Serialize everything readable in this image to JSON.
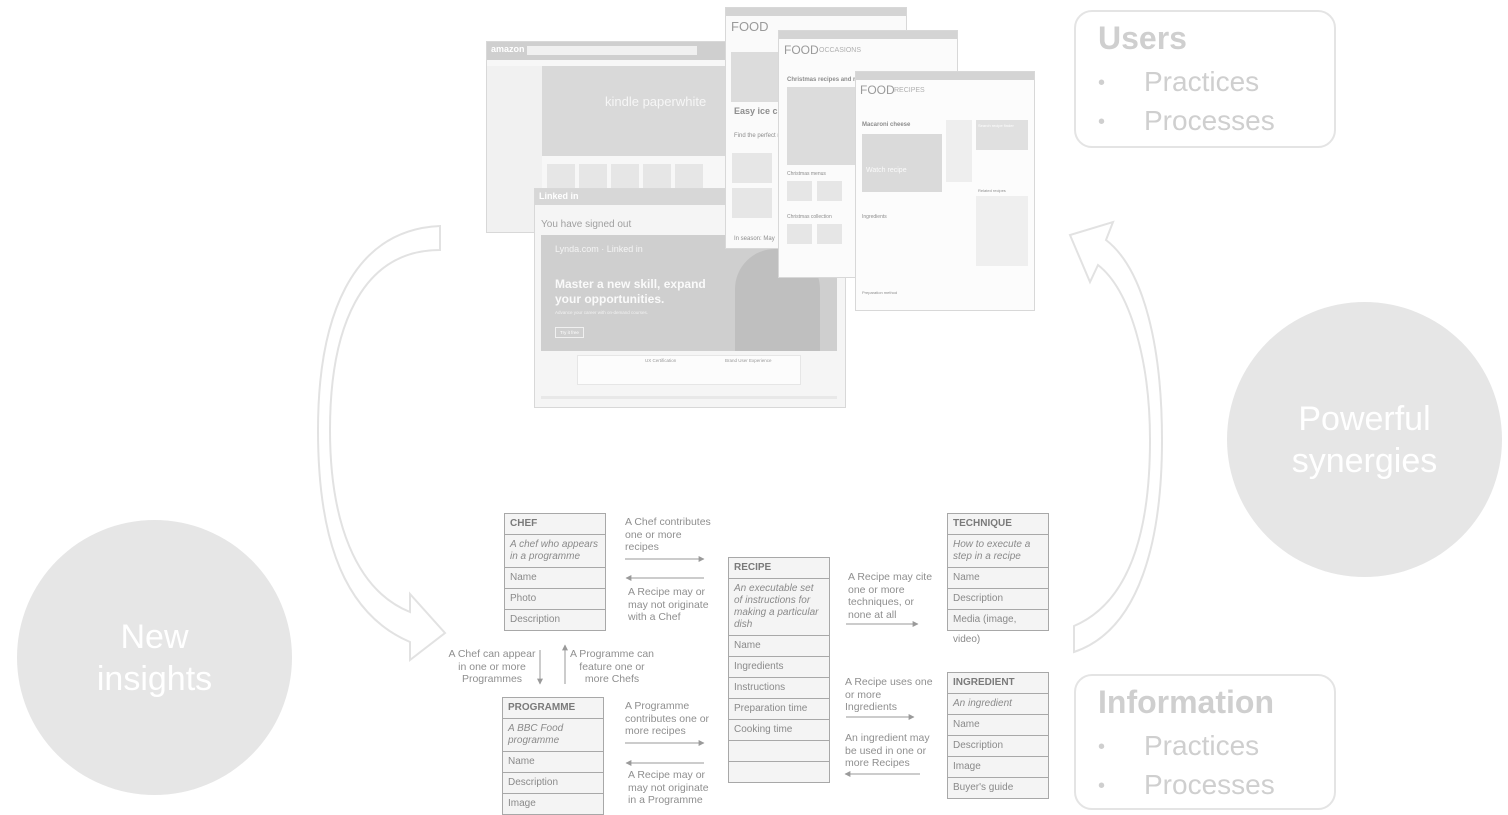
{
  "circles": {
    "new_insights": "New insights",
    "powerful_synergies": "Powerful synergies"
  },
  "users_box": {
    "title": "Users",
    "items": [
      "Practices",
      "Processes"
    ]
  },
  "information_box": {
    "title": "Information",
    "items": [
      "Practices",
      "Processes"
    ]
  },
  "screenshots": {
    "amazon": {
      "logo": "amazon",
      "banner": "kindle paperwhite"
    },
    "linkedin": {
      "brand": "Linked in",
      "signed_out": "You have signed out",
      "lynda_brand": "Lynda.com · Linked in",
      "headline_line1": "Master a new skill, expand",
      "headline_line2": "your opportunities.",
      "subline": "Advance your career with on-demand courses.",
      "try_button": "Try it free",
      "ux_cert": "UX Certification",
      "brand_ux": "Brand User Experience"
    },
    "bbc_food_1": {
      "title": "FOOD",
      "headline": "Easy ice cream",
      "subhead": "Find the perfect rec",
      "season": "In season: May"
    },
    "bbc_food_2": {
      "title": "FOOD",
      "section": "OCCASIONS",
      "headline": "Christmas recipes and menus",
      "menus": "Christmas menus",
      "collection": "Christmas collection"
    },
    "bbc_food_3": {
      "title": "FOOD",
      "section": "RECIPES",
      "headline": "Macaroni cheese",
      "watch": "Watch recipe",
      "finder": "Search recipe finder",
      "ingredients": "Ingredients",
      "method": "Preparation method",
      "related": "Related recipes"
    }
  },
  "entities": {
    "chef": {
      "name": "CHEF",
      "description": "A chef who appears in a programme",
      "fields": [
        "Name",
        "Photo",
        "Description"
      ]
    },
    "recipe": {
      "name": "RECIPE",
      "description": "An executable set of instructions for making a particular dish",
      "fields": [
        "Name",
        "Ingredients",
        "Instructions",
        "Preparation time",
        "Cooking time",
        "",
        ""
      ]
    },
    "technique": {
      "name": "TECHNIQUE",
      "description": "How to execute a step in a recipe",
      "fields": [
        "Name",
        "Description",
        "Media (image, video)"
      ]
    },
    "ingredient": {
      "name": "INGREDIENT",
      "description": "An ingredient",
      "fields": [
        "Name",
        "Description",
        "Image",
        "Buyer's guide"
      ]
    },
    "programme": {
      "name": "PROGRAMME",
      "description": "A BBC Food programme",
      "fields": [
        "Name",
        "Description",
        "Image"
      ]
    }
  },
  "relations": {
    "chef_to_recipe": "A Chef contributes one or more recipes",
    "recipe_to_chef": "A Recipe may or may not originate with a Chef",
    "chef_to_programme": "A Chef can appear in one or more Programmes",
    "programme_to_chef": "A Programme can feature one or more Chefs",
    "programme_to_recipe": "A Programme contributes one or more recipes",
    "recipe_to_programme": "A Recipe may or may not originate in a Programme",
    "recipe_to_technique": "A Recipe may cite one or more techniques, or none at all",
    "recipe_to_ingredient": "A Recipe uses one or more Ingredients",
    "ingredient_to_recipe": "An ingredient may be used in one or more Recipes"
  }
}
